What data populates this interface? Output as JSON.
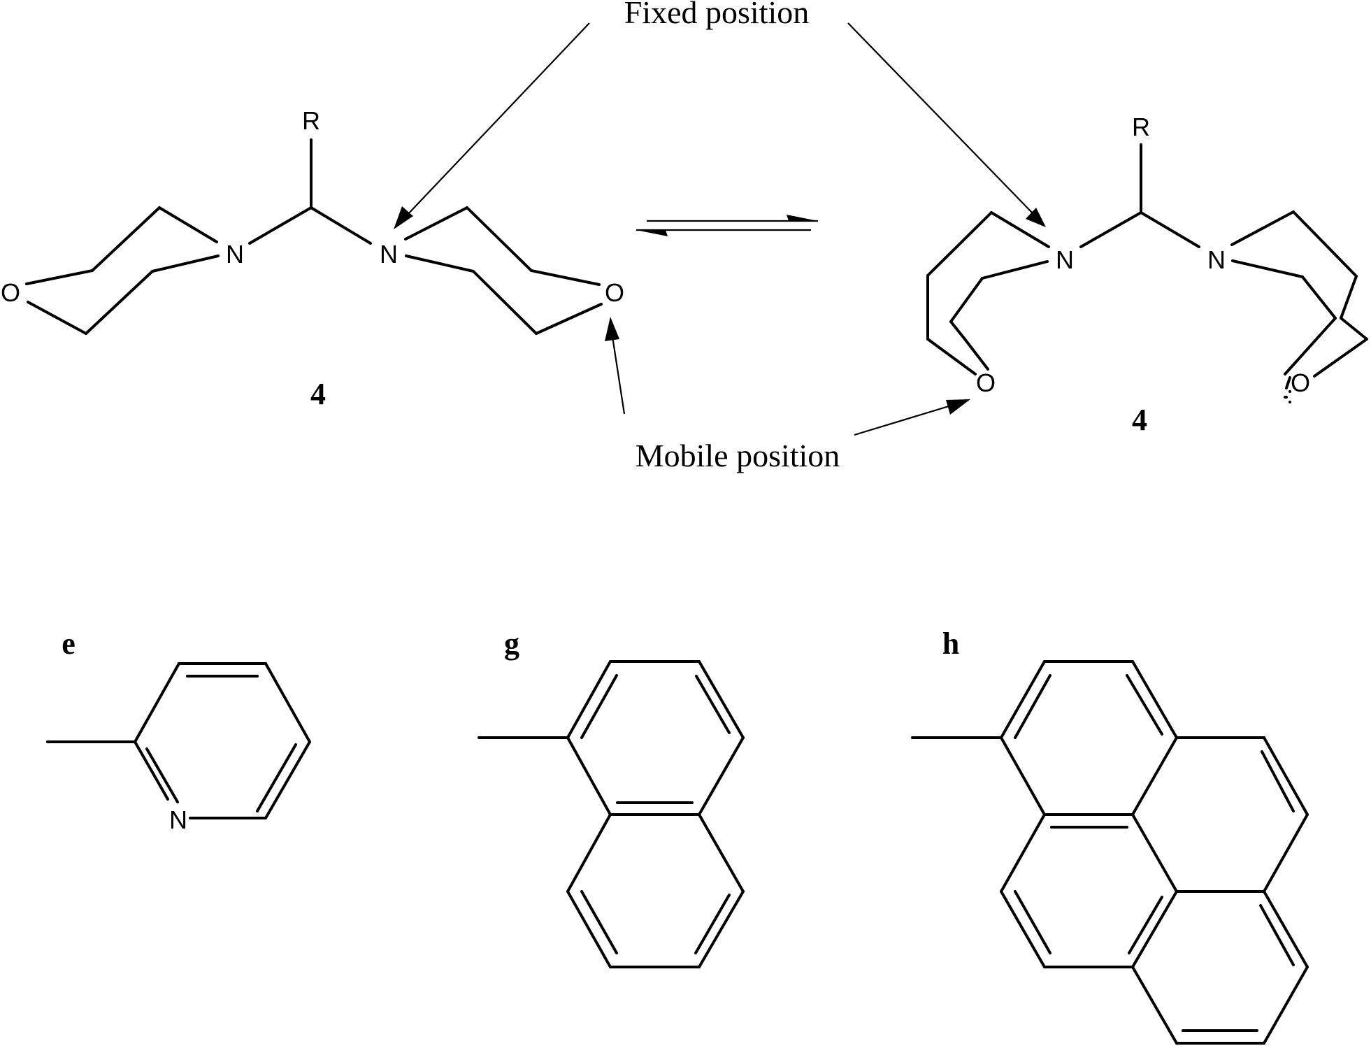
{
  "annotations": {
    "fixed": "Fixed position",
    "mobile": "Mobile position"
  },
  "compound_number": "4",
  "atoms": {
    "r": "R",
    "n": "N",
    "o": "O"
  },
  "substituent_labels": {
    "e": "e",
    "g": "g",
    "h": "h"
  }
}
